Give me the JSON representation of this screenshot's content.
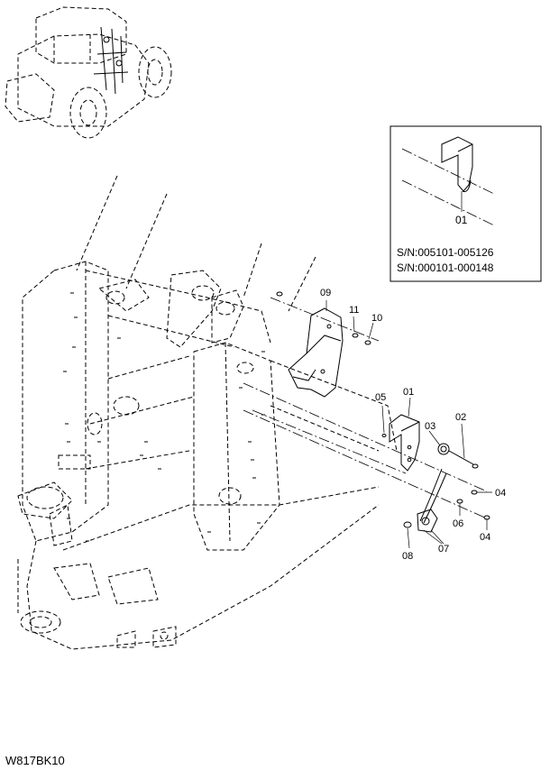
{
  "drawing_code": "W817BK10",
  "inset": {
    "part_label": "01",
    "serial_ranges": [
      "S/N:005101-005126",
      "S/N:000101-000148"
    ]
  },
  "callouts": {
    "p01": "01",
    "p02": "02",
    "p03": "03",
    "p04a": "04",
    "p04b": "04",
    "p05": "05",
    "p06": "06",
    "p07": "07",
    "p08": "08",
    "p09": "09",
    "p10": "10",
    "p11": "11"
  }
}
